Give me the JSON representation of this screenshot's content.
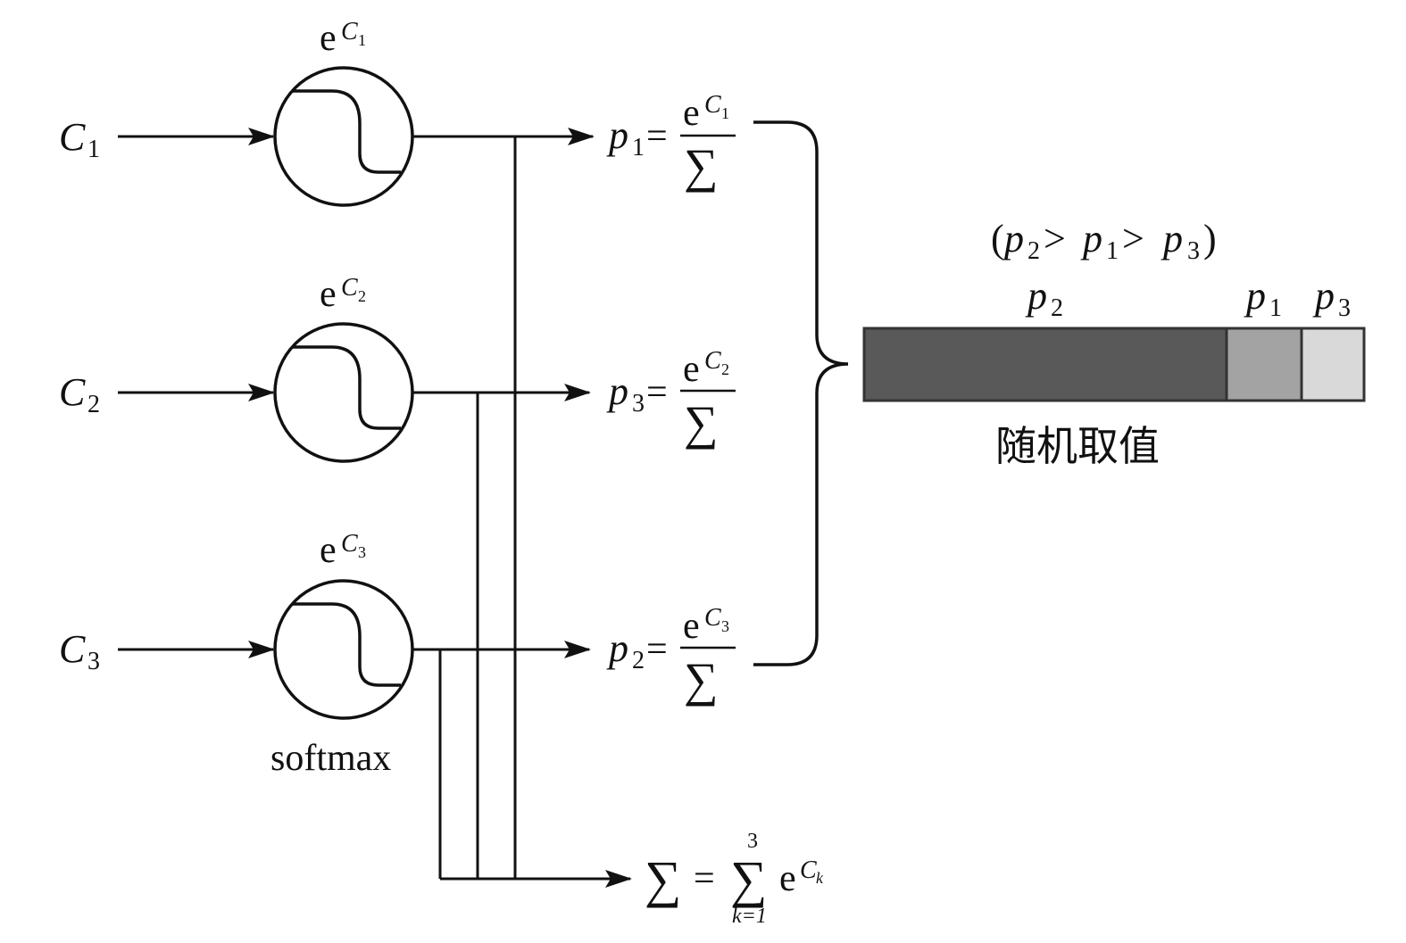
{
  "inputs": [
    {
      "symbol": "C",
      "sub": "1",
      "exp_base": "e",
      "exp_sym": "C",
      "exp_sub": "1"
    },
    {
      "symbol": "C",
      "sub": "2",
      "exp_base": "e",
      "exp_sym": "C",
      "exp_sub": "2"
    },
    {
      "symbol": "C",
      "sub": "3",
      "exp_base": "e",
      "exp_sym": "C",
      "exp_sub": "3"
    }
  ],
  "softmax_label": "softmax",
  "outputs": [
    {
      "p": "p",
      "p_sub": "1",
      "eq": "=",
      "num_base": "e",
      "num_sym": "C",
      "num_sub": "1",
      "den": "∑"
    },
    {
      "p": "p",
      "p_sub": "3",
      "eq": "=",
      "num_base": "e",
      "num_sym": "C",
      "num_sub": "2",
      "den": "∑"
    },
    {
      "p": "p",
      "p_sub": "2",
      "eq": "=",
      "num_base": "e",
      "num_sym": "C",
      "num_sub": "3",
      "den": "∑"
    }
  ],
  "sum_formula": {
    "lhs": "∑",
    "eq": "=",
    "sigma": "∑",
    "upper": "3",
    "lower": "k=1",
    "base": "e",
    "sym": "C",
    "sym_sub": "k"
  },
  "ordering": {
    "open": "(",
    "a": "p",
    "a_sub": "2",
    "gt1": ">",
    "b": "p",
    "b_sub": "1",
    "gt2": ">",
    "c": "p",
    "c_sub": "3",
    "close": ")"
  },
  "bar": {
    "segments": [
      {
        "label": "p",
        "sub": "2",
        "fraction": 0.725,
        "color": "#595959"
      },
      {
        "label": "p",
        "sub": "1",
        "fraction": 0.15,
        "color": "#a3a3a3"
      },
      {
        "label": "p",
        "sub": "3",
        "fraction": 0.125,
        "color": "#d9d9d9"
      }
    ],
    "caption": "随机取值"
  }
}
